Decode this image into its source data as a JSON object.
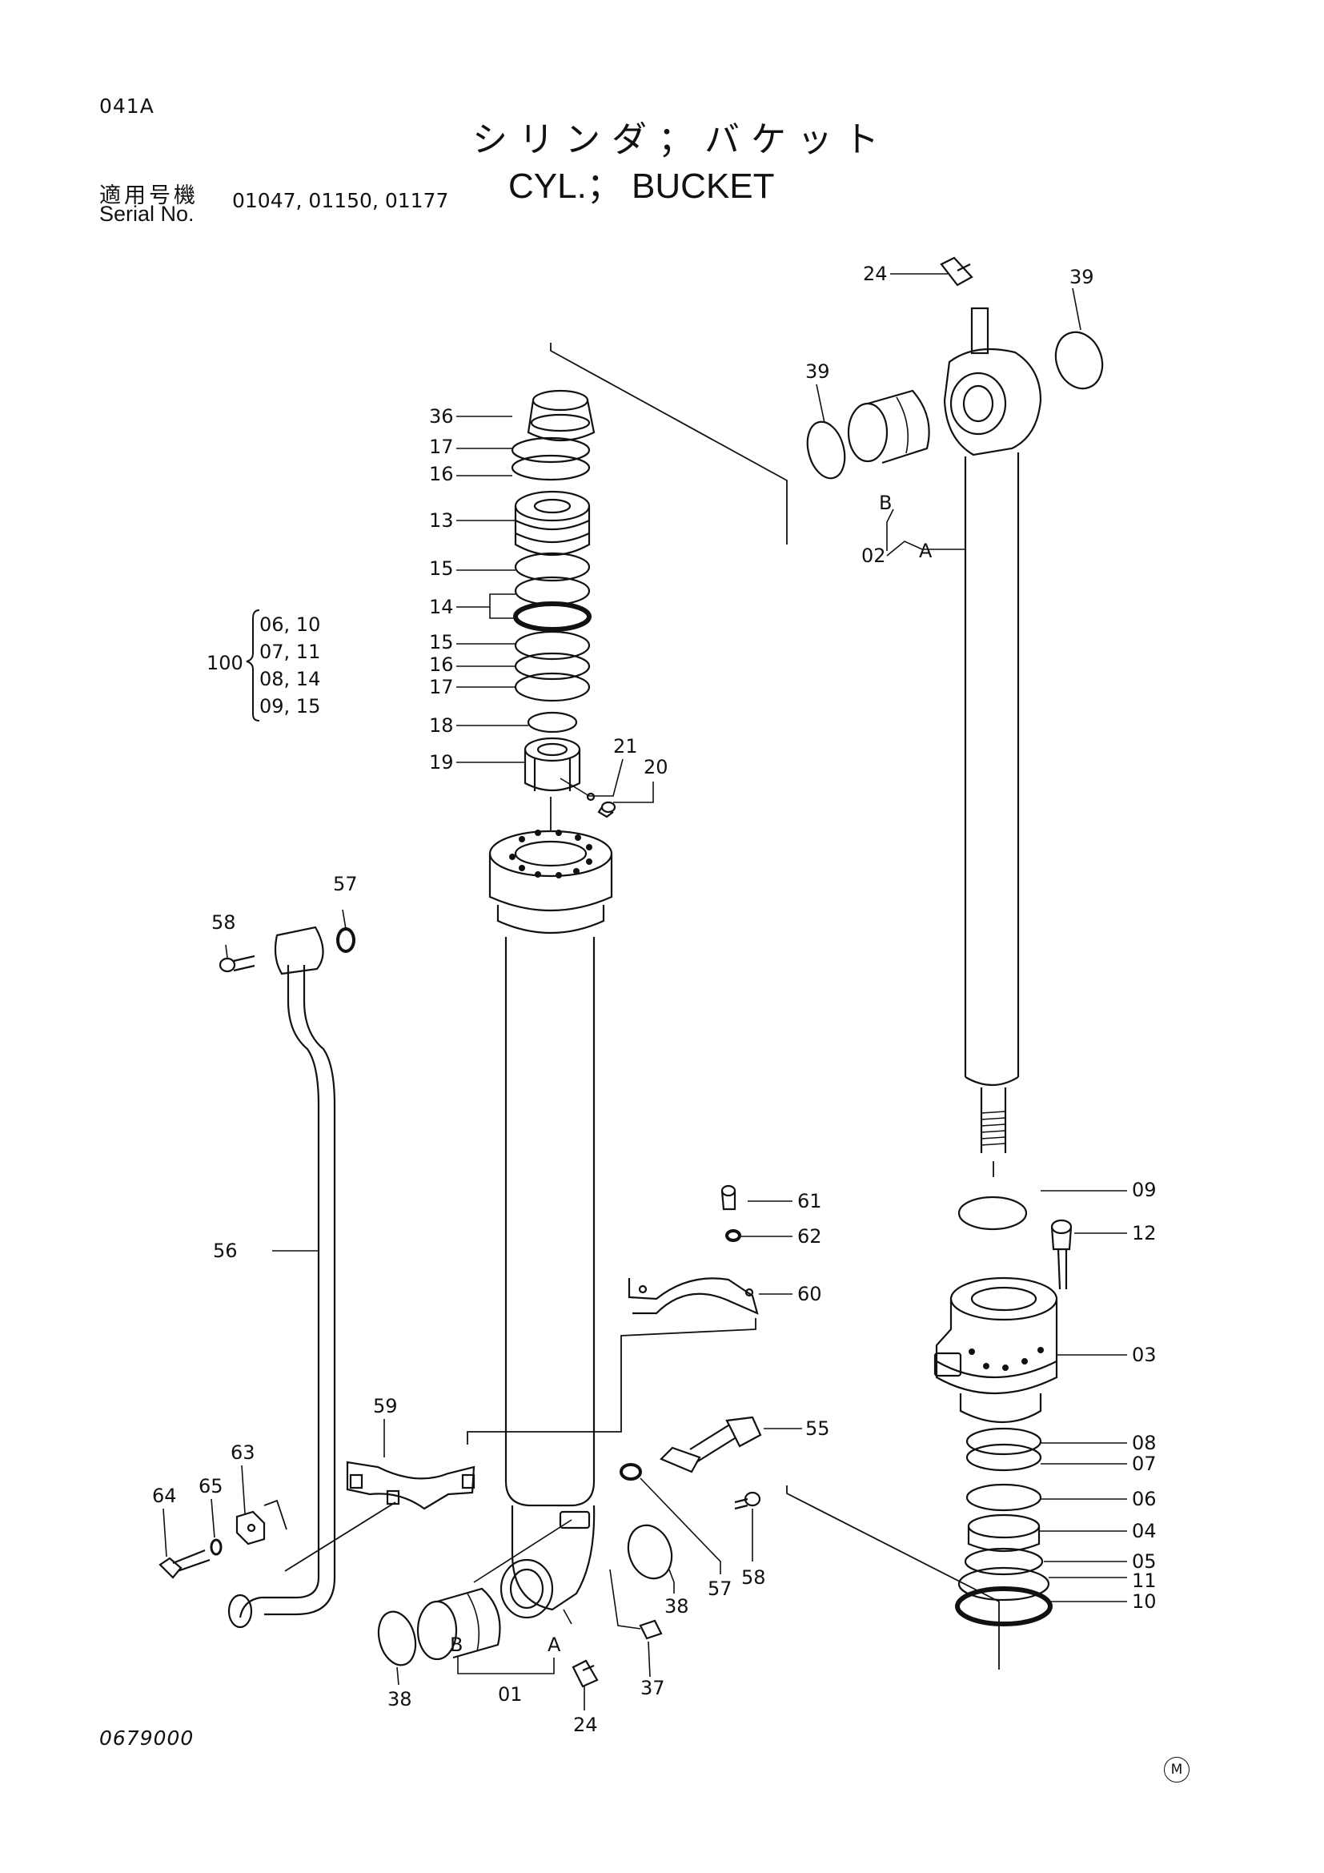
{
  "header": {
    "page_code": "041A",
    "title_jp": "シリンダ；バケット",
    "title_en": "CYL.； BUCKET",
    "serial_label_jp": "適用号機",
    "serial_label_en": "Serial No.",
    "serial_numbers": "01047, 01150, 01177"
  },
  "kit": {
    "number": "100",
    "items": [
      "06, 10",
      "07, 11",
      "08, 14",
      "09, 15"
    ]
  },
  "callouts": [
    "36",
    "17",
    "16",
    "13",
    "15",
    "14",
    "15",
    "16",
    "17",
    "18",
    "19",
    "21",
    "20",
    "24",
    "39",
    "39",
    "B",
    "02",
    "A",
    "57",
    "58",
    "56",
    "61",
    "62",
    "60",
    "09",
    "12",
    "03",
    "59",
    "55",
    "63",
    "65",
    "64",
    "08",
    "07",
    "06",
    "04",
    "05",
    "11",
    "10",
    "57",
    "58",
    "38",
    "38",
    "B",
    "A",
    "01",
    "37",
    "24"
  ],
  "footer": {
    "doc_number": "0679000",
    "mark": "M"
  }
}
